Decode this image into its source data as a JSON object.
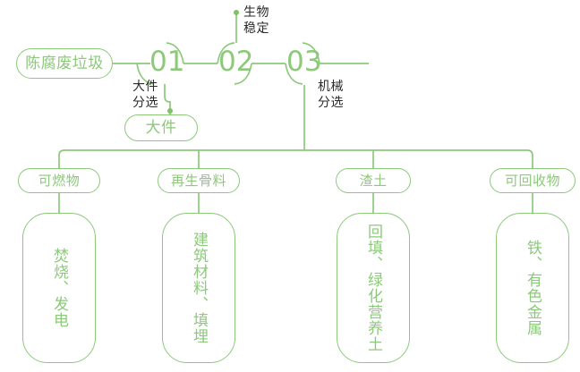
{
  "theme": {
    "line_color": "#8cc97a",
    "dot_color": "#7dc365",
    "label_text_color": "#2b2b2b",
    "background": "#ffffff"
  },
  "source": {
    "label": "陈腐废垃圾"
  },
  "steps": [
    {
      "id": "01",
      "number": "01",
      "side_label": "大件\n分选",
      "output": "大件"
    },
    {
      "id": "02",
      "number": "02",
      "top_label": "生物\n稳定"
    },
    {
      "id": "03",
      "number": "03",
      "side_label": "机械\n分选"
    }
  ],
  "outputs": [
    {
      "category": "可燃物",
      "destination": "焚烧、发电"
    },
    {
      "category": "再生骨料",
      "destination": "建筑材料、填埋"
    },
    {
      "category": "渣土",
      "destination": "回填、绿化营养土"
    },
    {
      "category": "可回收物",
      "destination": "铁、有色金属"
    }
  ]
}
